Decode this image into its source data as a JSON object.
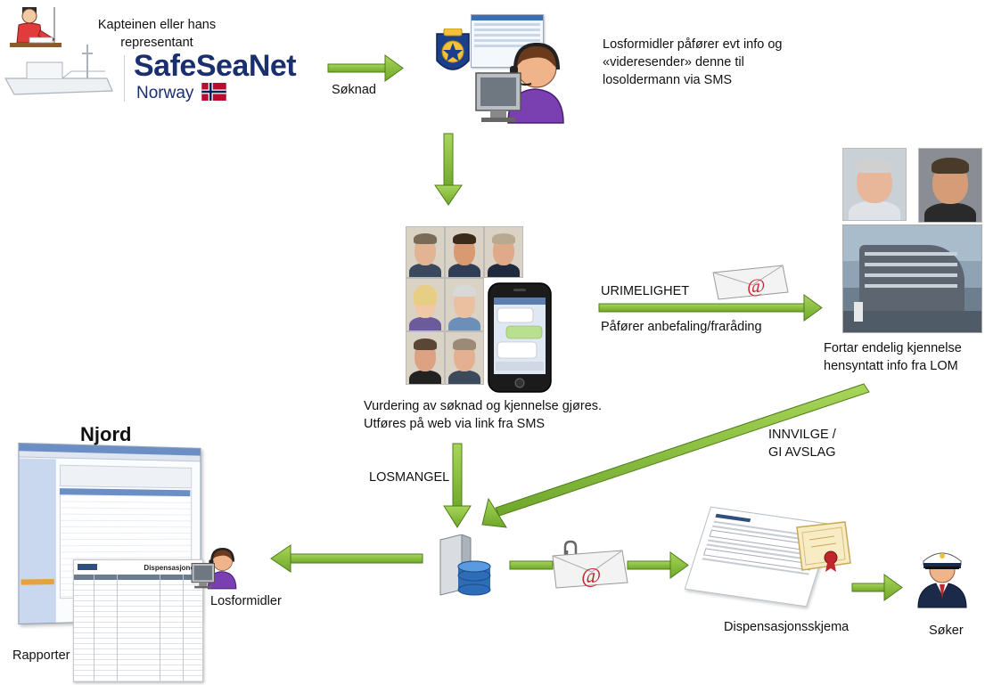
{
  "labels": {
    "kaptein": "Kapteinen eller hans representant",
    "ssn_name": "SafeSeaNet",
    "ssn_country": "Norway",
    "soknad": "Søknad",
    "losformidler_info": "Losformidler påfører evt info og «videresender» denne til losoldermann via SMS",
    "urimelighet": "URIMELIGHET",
    "anbefaling": "Påfører anbefaling/fraråding",
    "fortar_endelig": "Fortar endelig kjennelse hensyntatt info fra LOM",
    "vurdering": "Vurdering av søknad og kjennelse gjøres. Utføres på web via link fra SMS",
    "innvilge": "INNVILGE / GI AVSLAG",
    "losmangel": "LOSMANGEL",
    "njord": "Njord",
    "rapporter": "Rapporter",
    "losformidler": "Losformidler",
    "dispensasjonsskjema": "Dispensasjonsskjema",
    "soker": "Søker",
    "report_title": "Dispensasjoner"
  },
  "icons": {
    "captain": "person-writing-icon",
    "ship": "ship-outline-icon",
    "flag": "norway-flag-icon",
    "operator": "headset-operator-icon",
    "coastguard_badge": "coastguard-badge-icon",
    "phone": "smartphone-icon",
    "email": "email-envelope-icon",
    "attachment": "paperclip-icon",
    "server": "database-server-icon",
    "certificate": "certificate-icon",
    "applicant": "captain-avatar-icon"
  },
  "colors": {
    "arrow_fill": "#8cc43c",
    "arrow_stroke": "#4f7d1c",
    "ssn_text": "#1a2f6e",
    "operator_purple": "#7a3fb0",
    "badge_blue": "#1c3f8c"
  }
}
